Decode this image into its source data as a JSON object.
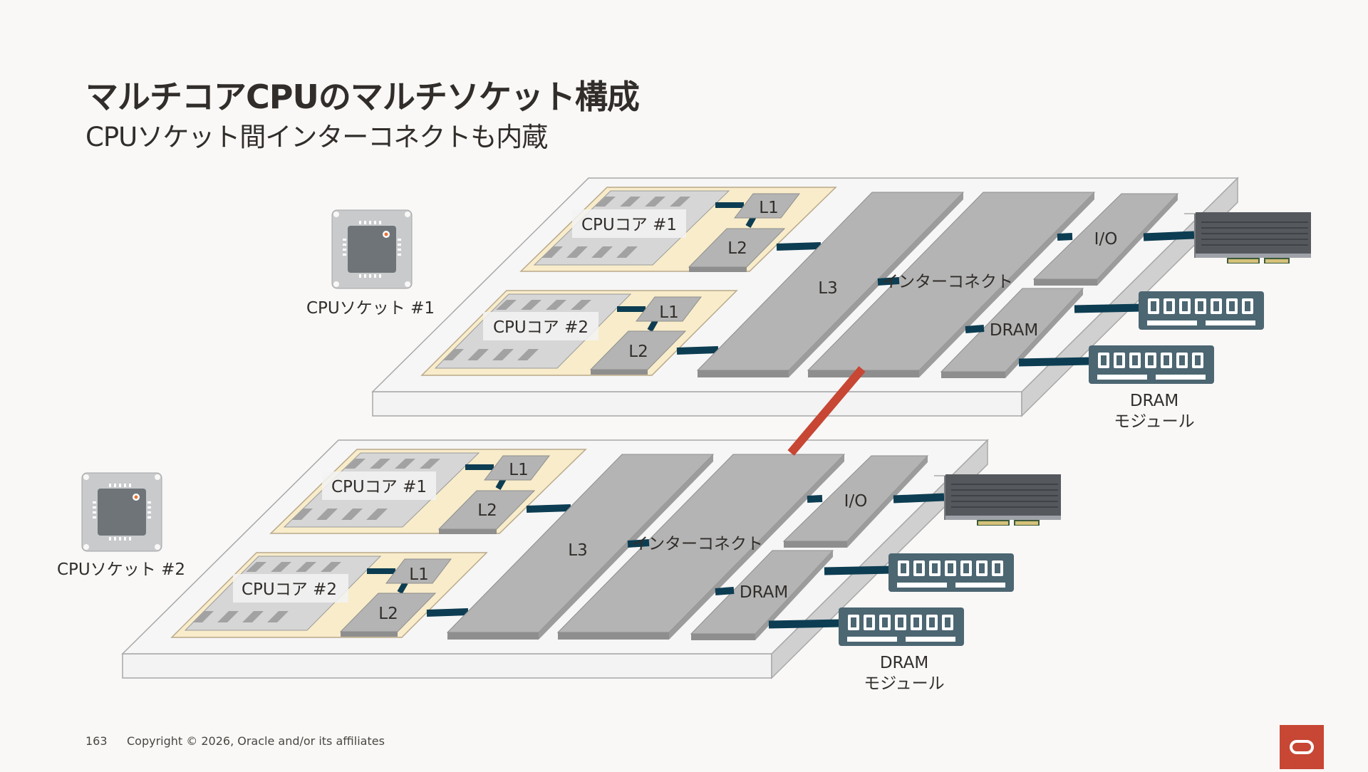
{
  "title": "マルチコアCPUのマルチソケット構成",
  "subtitle": "CPUソケット間インターコネクトも内蔵",
  "sockets": [
    {
      "label": "CPUソケット #1",
      "cores": [
        {
          "label": "CPUコア #1",
          "l1": "L1",
          "l2": "L2"
        },
        {
          "label": "CPUコア #2",
          "l1": "L1",
          "l2": "L2"
        }
      ],
      "l3": "L3",
      "interconnect": "インターコネクト",
      "io": "I/O",
      "dram": "DRAM"
    },
    {
      "label": "CPUソケット #2",
      "cores": [
        {
          "label": "CPUコア #1",
          "l1": "L1",
          "l2": "L2"
        },
        {
          "label": "CPUコア #2",
          "l1": "L1",
          "l2": "L2"
        }
      ],
      "l3": "L3",
      "interconnect": "インターコネクト",
      "io": "I/O",
      "dram": "DRAM"
    }
  ],
  "dram_module": {
    "line1": "DRAM",
    "line2": "モジュール"
  },
  "footer": {
    "page": "163",
    "copyright": "Copyright © 2026, Oracle and/or its affiliates"
  },
  "colors": {
    "board_top": "#f2f2f2",
    "board_edge": "#ababab",
    "core_area": "#f8ecca",
    "block_gray": "#b4b4b4",
    "connector": "#0d3d52",
    "socket_link": "#c74634",
    "brand": "#c74634",
    "dimm": "#4c6672"
  },
  "icons": [
    "cpu-chip-icon",
    "pcie-card-icon",
    "dram-module-icon",
    "oracle-logo-icon"
  ]
}
